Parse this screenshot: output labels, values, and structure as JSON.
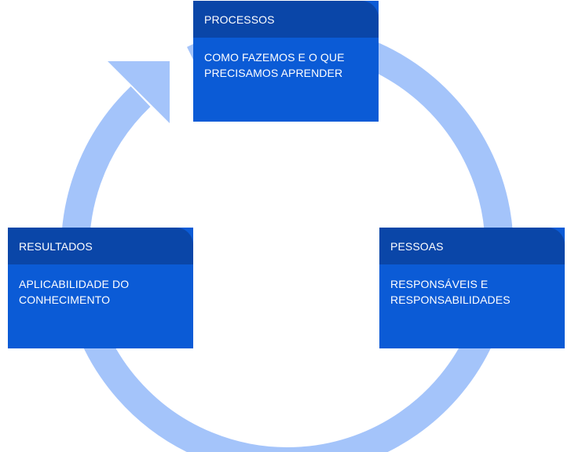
{
  "colors": {
    "ring": "#a4c4fa",
    "card_header": "#0a46a8",
    "card_body": "#0b5bd6",
    "text": "#ffffff"
  },
  "cards": {
    "processos": {
      "title": "PROCESSOS",
      "body": [
        "COMO FAZEMOS E O QUE",
        "PRECISAMOS APRENDER"
      ]
    },
    "resultados": {
      "title": "RESULTADOS",
      "body": [
        "APLICABILIDADE DO",
        "CONHECIMENTO"
      ]
    },
    "pessoas": {
      "title": "PESSOAS",
      "body": [
        "RESPONSÁVEIS E",
        "RESPONSABILIDADES"
      ]
    }
  }
}
